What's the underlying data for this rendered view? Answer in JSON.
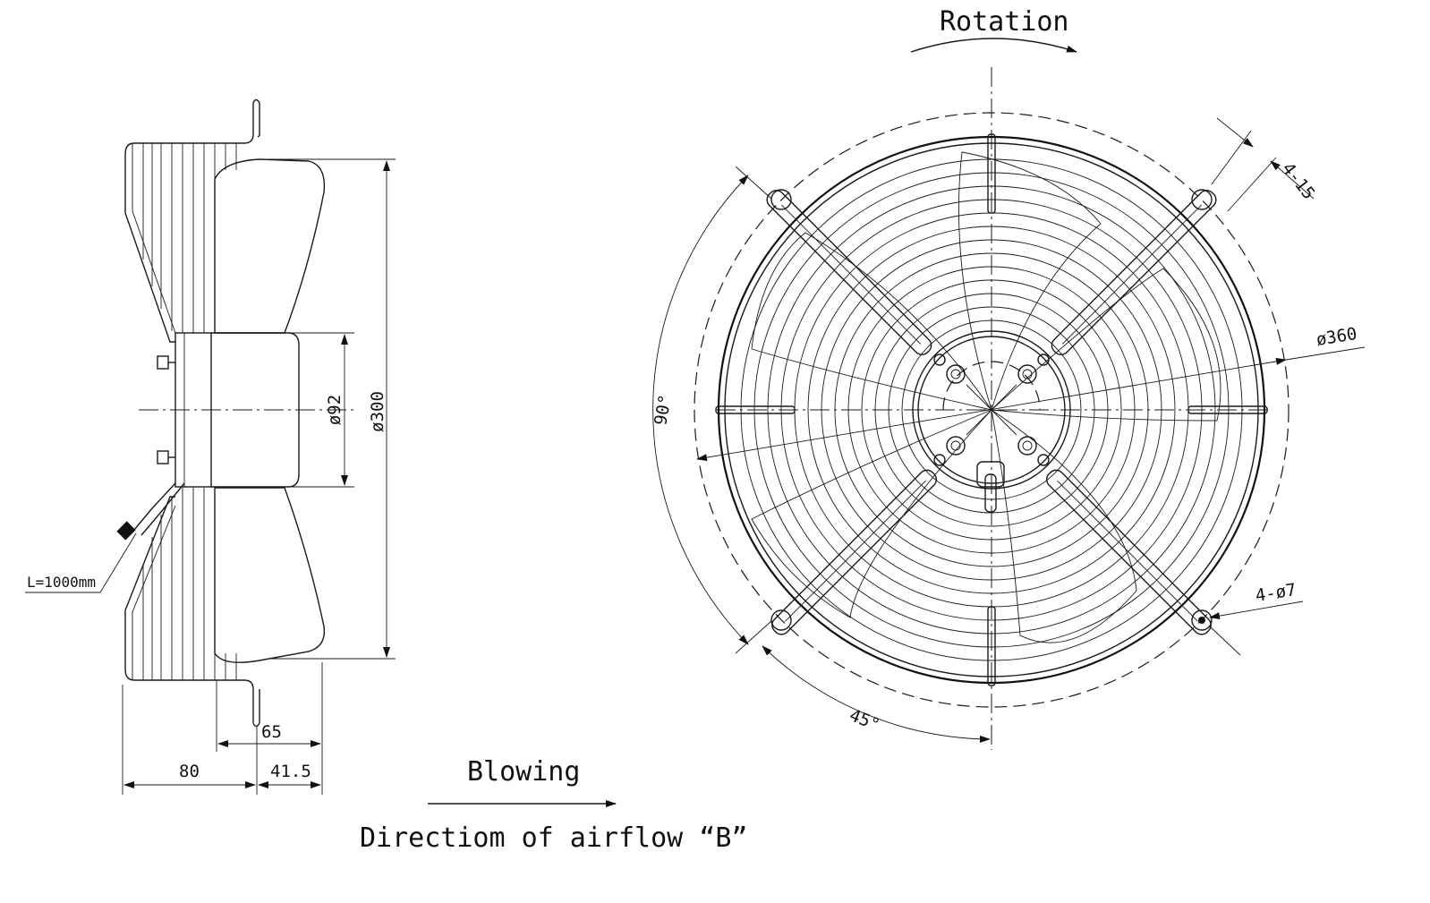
{
  "labels": {
    "rotation": "Rotation",
    "diameter_360": "ø360",
    "holes_4_15": "4-15",
    "holes_4_7": "4-ø7",
    "angle_90": "90°",
    "angle_45": "45°",
    "diameter_300": "ø300",
    "diameter_92": "ø92",
    "cable_length": "L=1000mm",
    "dim_65": "65",
    "dim_80": "80",
    "dim_41_5": "41.5",
    "blowing": "Blowing",
    "airflow_direction": "Directiom of airflow “B”"
  },
  "colors": {
    "line": "#1a1a1a",
    "background": "#ffffff"
  }
}
